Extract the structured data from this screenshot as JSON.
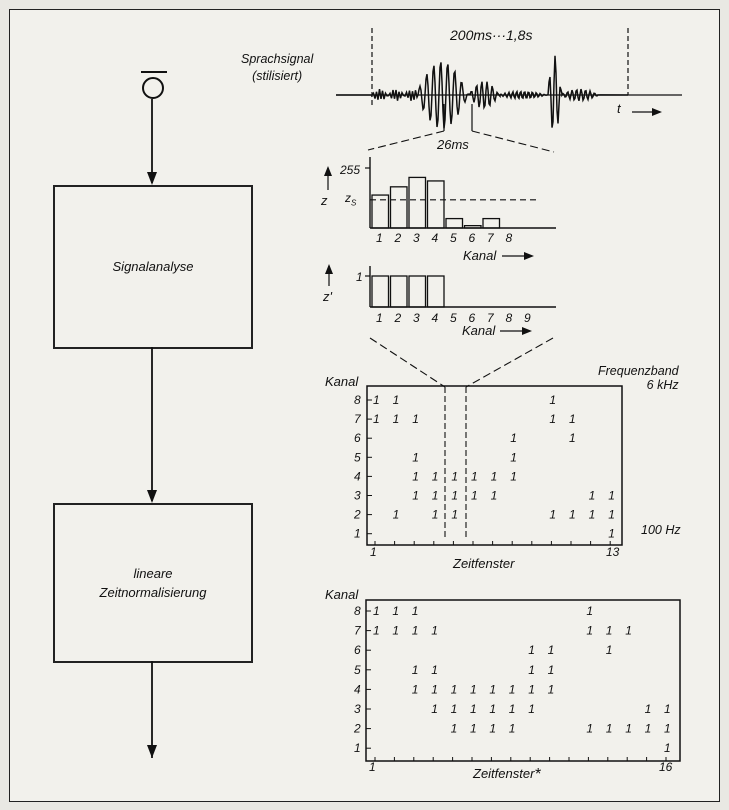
{
  "left_chain": {
    "box1_label": "Signalanalyse",
    "box2_label_line1": "lineare",
    "box2_label_line2": "Zeitnormalisierung"
  },
  "speech_signal": {
    "label_line1": "Sprachsignal",
    "label_line2": "(stilisiert)",
    "duration_label": "200ms···1,8s",
    "window_label": "26ms",
    "axis_label": "t"
  },
  "histogram_z": {
    "y_label": "z",
    "y_max_label": "255",
    "threshold_label": "z",
    "threshold_sub": "S",
    "x_label": "Kanal",
    "channels": [
      "1",
      "2",
      "3",
      "4",
      "5",
      "6",
      "7",
      "8"
    ],
    "values": [
      140,
      175,
      215,
      200,
      40,
      10,
      40,
      0
    ],
    "y_max": 255,
    "threshold": 120
  },
  "histogram_zprime": {
    "y_label": "z'",
    "y_tick_label": "1",
    "x_label": "Kanal",
    "channels": [
      "1",
      "2",
      "3",
      "4",
      "5",
      "6",
      "7",
      "8",
      "9"
    ],
    "values": [
      1,
      1,
      1,
      1,
      0,
      0,
      0,
      0,
      0
    ]
  },
  "matrix1": {
    "y_title": "Kanal",
    "top_right_label_line1": "Frequenzband",
    "top_right_label_line2": "6 kHz",
    "bottom_right_label": "100 Hz",
    "x_title": "Zeitfenster",
    "x_start": "1",
    "x_end": "13",
    "one": "1",
    "rows": [
      "1",
      "2",
      "3",
      "4",
      "5",
      "6",
      "7",
      "8"
    ],
    "cells": {
      "8": [
        1,
        2,
        10
      ],
      "7": [
        1,
        2,
        3,
        10,
        11
      ],
      "6": [
        8,
        11
      ],
      "5": [
        3,
        8
      ],
      "4": [
        3,
        4,
        5,
        6,
        7,
        8
      ],
      "3": [
        3,
        4,
        5,
        6,
        7,
        12,
        13
      ],
      "2": [
        2,
        4,
        5,
        10,
        11,
        12,
        13
      ],
      "1": [
        13
      ]
    }
  },
  "matrix2": {
    "y_title": "Kanal",
    "x_title": "Zeitfenster",
    "x_title_mark": "*",
    "x_start": "1",
    "x_end": "16",
    "one": "1",
    "rows": [
      "1",
      "2",
      "3",
      "4",
      "5",
      "6",
      "7",
      "8"
    ],
    "cells": {
      "8": [
        1,
        2,
        3,
        12
      ],
      "7": [
        1,
        2,
        3,
        4,
        12,
        13,
        14
      ],
      "6": [
        9,
        10,
        13
      ],
      "5": [
        3,
        4,
        9,
        10
      ],
      "4": [
        3,
        4,
        5,
        6,
        7,
        8,
        9,
        10
      ],
      "3": [
        4,
        5,
        6,
        7,
        8,
        9,
        15,
        16
      ],
      "2": [
        5,
        6,
        7,
        8,
        12,
        13,
        14,
        15,
        16
      ],
      "1": [
        16
      ]
    }
  }
}
